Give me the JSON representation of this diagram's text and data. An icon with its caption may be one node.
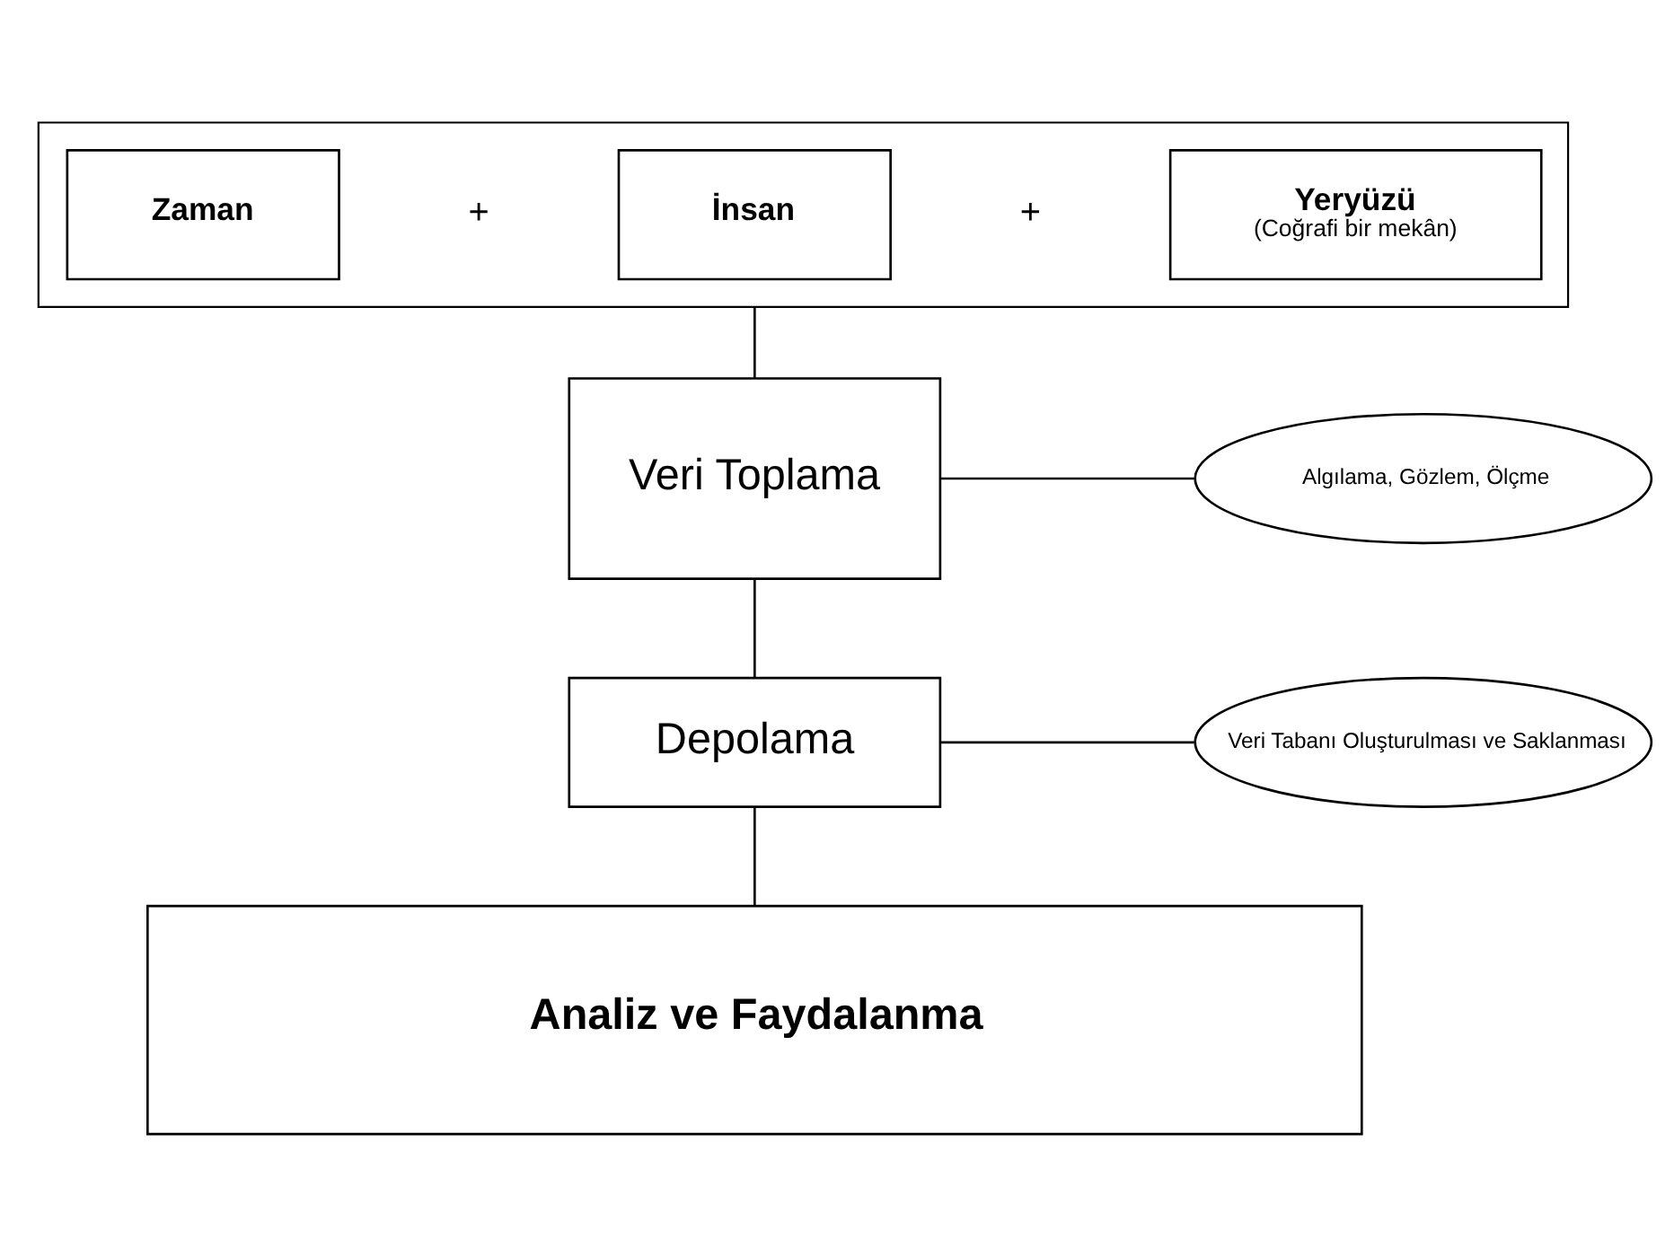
{
  "diagram": {
    "nodes": [
      {
        "text": [],
        "shape": "box"
      },
      {
        "text": [
          "Yeryüzü",
          "(Coğrafi bir mekân)"
        ],
        "in": 0
      },
      {
        "text": [
          "İnsan"
        ],
        "in": 0
      },
      {
        "text": [
          "Zaman"
        ],
        "in": 0
      },
      {
        "text": [
          "Veri Toplama"
        ]
      },
      {
        "text": [
          "Algılama, Gözlem, Ölçme"
        ]
      },
      {
        "text": [
          "Depolama"
        ]
      },
      {
        "text": [
          "Veri Tabanı Oluşturulması ve Saklanması"
        ]
      },
      {
        "text": [
          "Analiz ve Faydalanma"
        ]
      }
    ],
    "edges": [
      {
        "from": 0,
        "to": 4,
        "arrow": "none"
      },
      {
        "from": 4,
        "to": 5,
        "arrow": "none"
      },
      {
        "from": 4,
        "to": 6,
        "arrow": "none"
      },
      {
        "from": 6,
        "to": 7,
        "arrow": "none"
      },
      {
        "from": 6,
        "to": 8,
        "arrow": "none"
      }
    ],
    "labels": [
      "+",
      "+"
    ]
  }
}
